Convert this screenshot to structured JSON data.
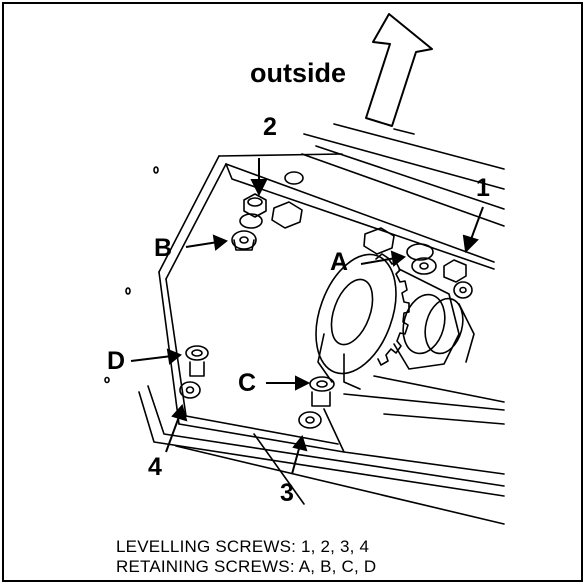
{
  "direction_label": "outside",
  "levelling_labels": [
    "1",
    "2",
    "3",
    "4"
  ],
  "retaining_labels": [
    "A",
    "B",
    "C",
    "D"
  ],
  "captions": {
    "levelling": "LEVELLING SCREWS: 1, 2, 3, 4",
    "retaining": "RETAINING SCREWS: A, B, C, D"
  }
}
